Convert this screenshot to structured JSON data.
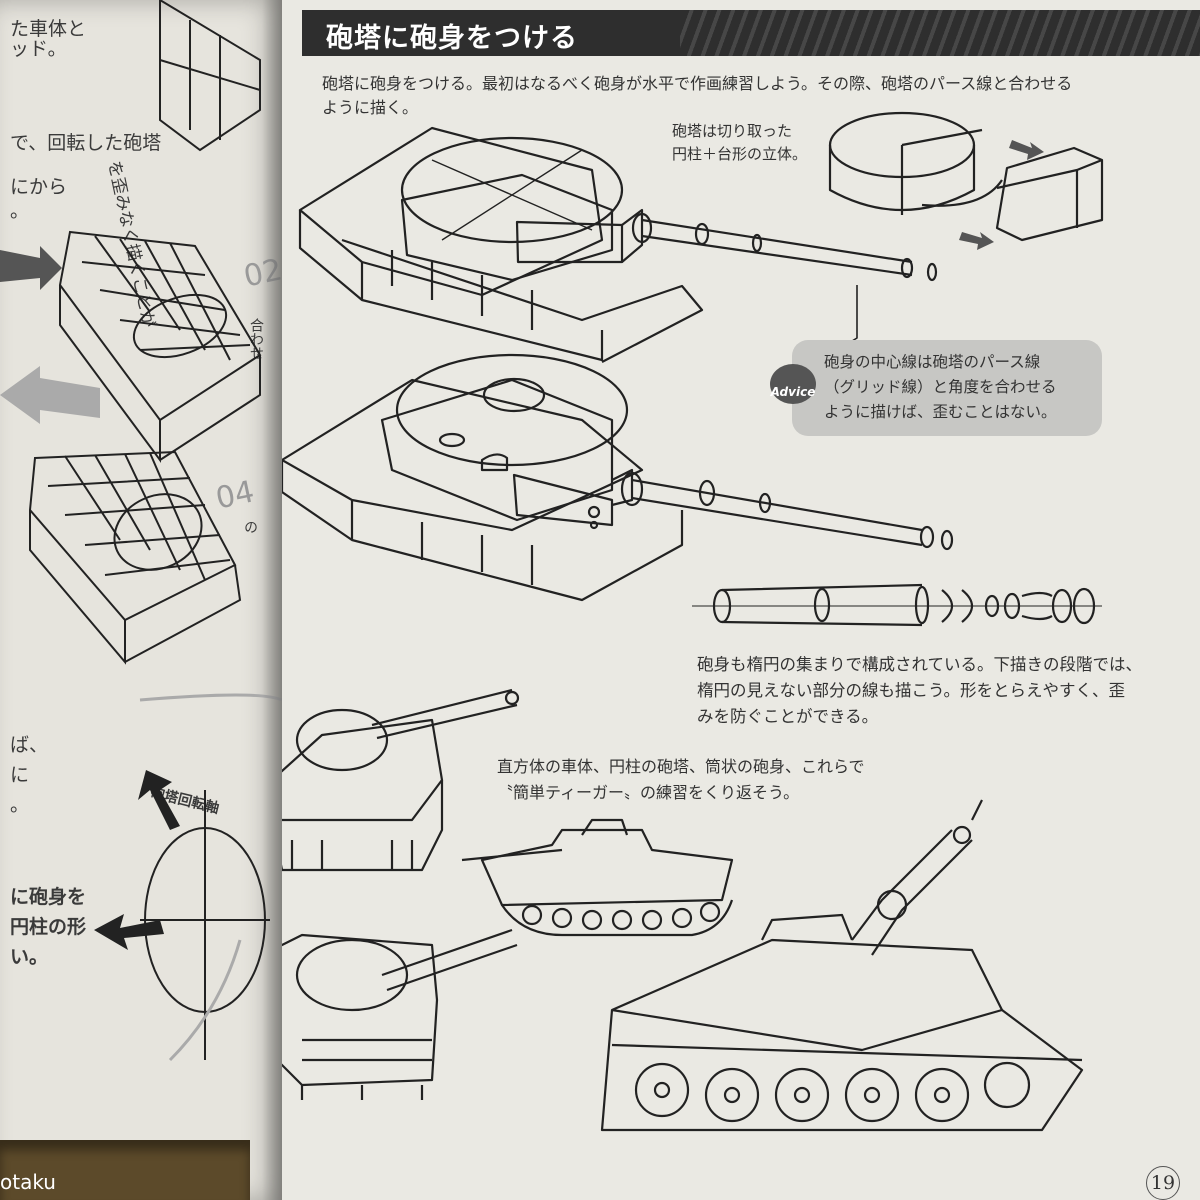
{
  "left_page": {
    "lines": [
      "た車体と",
      "ッド。",
      "で、回転した砲塔",
      "を歪みなく描くことが",
      "にから",
      "。",
      "ば、",
      "に",
      "。",
      "に砲身を",
      "円柱の形",
      "い。"
    ],
    "step_numbers": [
      "02",
      "04"
    ],
    "side_notes": [
      "合わせ",
      "の"
    ],
    "axis_label": "砲塔回転軸"
  },
  "right_page": {
    "title": "砲塔に砲身をつける",
    "intro_line1": "砲塔に砲身をつける。最初はなるべく砲身が水平で作画練習しよう。その際、砲塔のパース線と合わせる",
    "intro_line2": "ように描く。",
    "note_turret_line1": "砲塔は切り取った",
    "note_turret_line2": "円柱＋台形の立体。",
    "advice_badge": "Advice",
    "advice_line1": "砲身の中心線は砲塔のパース線",
    "advice_line2": "（グリッド線）と角度を合わせる",
    "advice_line3": "ように描けば、歪むことはない。",
    "barrel_line1": "砲身も楕円の集まりで構成されている。下描きの段階では、",
    "barrel_line2": "楕円の見えない部分の線も描こう。形をとらえやすく、歪",
    "barrel_line3": "みを防ぐことができる。",
    "summary_line1": "直方体の車体、円柱の砲塔、筒状の砲身、これらで",
    "summary_line2": "〝簡単ティーガー〟の練習をくり返そう。",
    "page_number": "19"
  },
  "footer": {
    "brand": "otaku"
  },
  "colors": {
    "header_bg": "#2e2e2e",
    "advice_bg": "#c7c7c4",
    "paper": "#eae9e3"
  }
}
